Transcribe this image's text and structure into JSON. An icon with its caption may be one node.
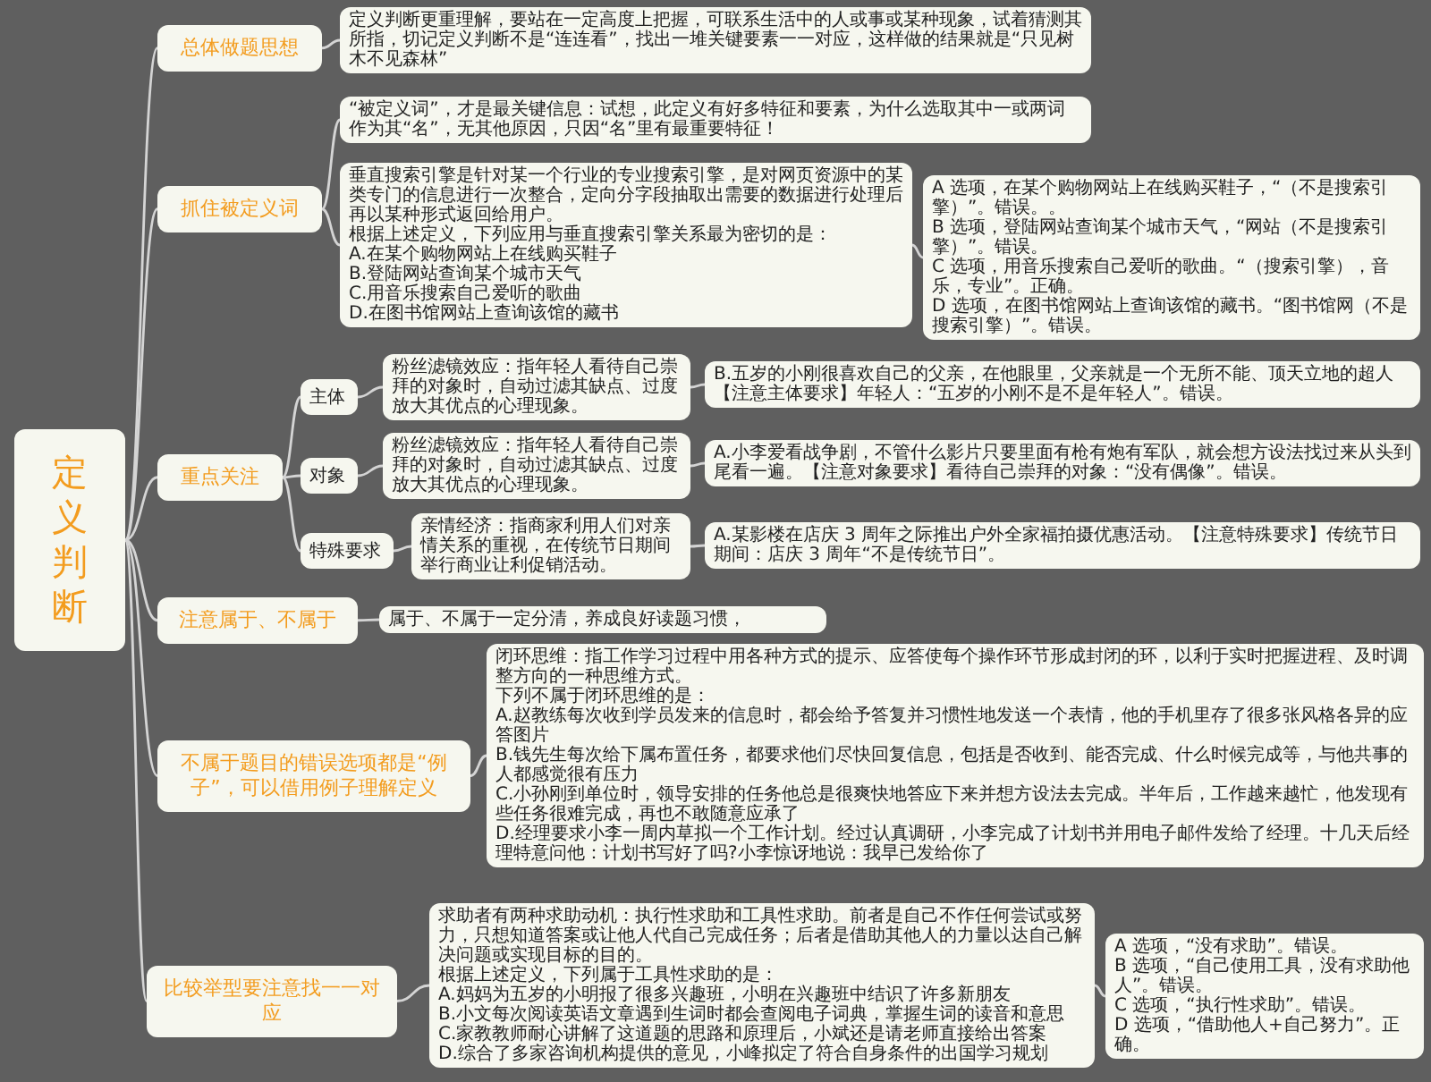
{
  "diagram": {
    "nodes": [
      {
        "text": [
          "定义判断"
        ]
      },
      {
        "text": [
          "总体做题思想"
        ]
      },
      {
        "text": [
          "定义判断更重理解，要站在一定高度上把握，可联系生活中的人或事或某种现象，试着猜测其所指，切记定义判断不是“连连看”，找出一堆关键要素一一对应，这样做的结果就是“只见树木不见森林”"
        ]
      },
      {
        "text": [
          "抓住被定义词"
        ]
      },
      {
        "text": [
          "“被定义词”，才是最关键信息：试想，此定义有好多特征和要素，为什么选取其中一或两词作为其“名”，无其他原因，只因“名”里有最重要特征！"
        ]
      },
      {
        "text": [
          "垂直搜索引擎是针对某一个行业的专业搜索引擎，是对网页资源中的某类专门的信息进行一次整合，定向分字段抽取出需要的数据进行处理后再以某种形式返回给用户。",
          "根据上述定义，下列应用与垂直搜索引擎关系最为密切的是：",
          "A.在某个购物网站上在线购买鞋子",
          "B.登陆网站查询某个城市天气",
          "C.用音乐搜索自己爱听的歌曲",
          "D.在图书馆网站上查询该馆的藏书"
        ]
      },
      {
        "text": [
          "A 选项，在某个购物网站上在线购买鞋子，“（不是搜索引擎）”。错误。。",
          "B 选项，登陆网站查询某个城市天气，“网站（不是搜索引擎）”。错误。",
          "C 选项，用音乐搜索自己爱听的歌曲。“（搜索引擎），音乐，专业”。正确。",
          "D 选项，在图书馆网站上查询该馆的藏书。“图书馆网（不是搜索引擎）”。错误。"
        ]
      },
      {
        "text": [
          "重点关注"
        ]
      },
      {
        "text": [
          "主体"
        ]
      },
      {
        "text": [
          "粉丝滤镜效应：指年轻人看待自己崇拜的对象时，自动过滤其缺点、过度放大其优点的心理现象。"
        ]
      },
      {
        "text": [
          "B.五岁的小刚很喜欢自己的父亲，在他眼里，父亲就是一个无所不能、顶天立地的超人【注意主体要求】年轻人：“五岁的小刚不是不是年轻人”。错误。"
        ]
      },
      {
        "text": [
          "对象"
        ]
      },
      {
        "text": [
          "粉丝滤镜效应：指年轻人看待自己崇拜的对象时，自动过滤其缺点、过度放大其优点的心理现象。"
        ]
      },
      {
        "text": [
          "A.小李爱看战争剧，不管什么影片只要里面有枪有炮有军队，就会想方设法找过来从头到尾看一遍。【注意对象要求】看待自己崇拜的对象：“没有偶像”。错误。"
        ]
      },
      {
        "text": [
          "特殊要求"
        ]
      },
      {
        "text": [
          "亲情经济：指商家利用人们对亲情关系的重视，在传统节日期间举行商业让利促销活动。"
        ]
      },
      {
        "text": [
          "A.某影楼在店庆 3 周年之际推出户外全家福拍摄优惠活动。【注意特殊要求】传统节日期间：店庆 3 周年“不是传统节日”。"
        ]
      },
      {
        "text": [
          "注意属于、不属于"
        ]
      },
      {
        "text": [
          "属于、不属于一定分清，养成良好读题习惯，"
        ]
      },
      {
        "text": [
          "不属于题目的错误选项都是“例子”，可以借用例子理解定义"
        ]
      },
      {
        "text": [
          "闭环思维：指工作学习过程中用各种方式的提示、应答使每个操作环节形成封闭的环，以利于实时把握进程、及时调整方向的一种思维方式。",
          "下列不属于闭环思维的是：",
          "A.赵教练每次收到学员发来的信息时，都会给予答复并习惯性地发送一个表情，他的手机里存了很多张风格各异的应答图片",
          "B.钱先生每次给下属布置任务，都要求他们尽快回复信息，包括是否收到、能否完成、什么时候完成等，与他共事的人都感觉很有压力",
          "C.小孙刚到单位时，领导安排的任务他总是很爽快地答应下来并想方设法去完成。半年后，工作越来越忙，他发现有些任务很难完成，再也不敢随意应承了",
          "D.经理要求小李一周内草拟一个工作计划。经过认真调研，小李完成了计划书并用电子邮件发给了经理。十几天后经理特意问他：计划书写好了吗?小李惊讶地说：我早已发给你了"
        ]
      },
      {
        "text": [
          "比较举型要注意找一一对应"
        ]
      },
      {
        "text": [
          "求助者有两种求助动机：执行性求助和工具性求助。前者是自己不作任何尝试或努力，只想知道答案或让他人代自己完成任务；后者是借助其他人的力量以达自己解决问题或实现目标的目的。",
          "根据上述定义，下列属于工具性求助的是：",
          "A.妈妈为五岁的小明报了很多兴趣班，小明在兴趣班中结识了许多新朋友",
          "B.小文每次阅读英语文章遇到生词时都会查阅电子词典，掌握生词的读音和意思",
          "C.家教教师耐心讲解了这道题的思路和原理后，小斌还是请老师直接给出答案",
          "D.综合了多家咨询机构提供的意见，小峰拟定了符合自身条件的出国学习规划"
        ]
      },
      {
        "text": [
          "A 选项，“没有求助”。错误。",
          "B 选项，“自己使用工具，没有求助他人”。错误。",
          "C 选项，“执行性求助”。错误。",
          "D 选项，“借助他人+自己努力”。正确。"
        ]
      }
    ],
    "edges": [
      {
        "from": 0,
        "to": 1,
        "arrow": "none"
      },
      {
        "from": 0,
        "to": 3,
        "arrow": "none"
      },
      {
        "from": 0,
        "to": 7,
        "arrow": "none"
      },
      {
        "from": 0,
        "to": 17,
        "arrow": "none"
      },
      {
        "from": 0,
        "to": 19,
        "arrow": "none"
      },
      {
        "from": 0,
        "to": 21,
        "arrow": "none"
      },
      {
        "from": 1,
        "to": 2,
        "arrow": "none"
      },
      {
        "from": 3,
        "to": 4,
        "arrow": "none"
      },
      {
        "from": 3,
        "to": 5,
        "arrow": "none"
      },
      {
        "from": 5,
        "to": 6,
        "arrow": "none"
      },
      {
        "from": 7,
        "to": 8,
        "arrow": "none"
      },
      {
        "from": 7,
        "to": 11,
        "arrow": "none"
      },
      {
        "from": 7,
        "to": 14,
        "arrow": "none"
      },
      {
        "from": 8,
        "to": 9,
        "arrow": "none"
      },
      {
        "from": 9,
        "to": 10,
        "arrow": "none"
      },
      {
        "from": 11,
        "to": 12,
        "arrow": "none"
      },
      {
        "from": 12,
        "to": 13,
        "arrow": "none"
      },
      {
        "from": 14,
        "to": 15,
        "arrow": "none"
      },
      {
        "from": 15,
        "to": 16,
        "arrow": "none"
      },
      {
        "from": 17,
        "to": 18,
        "arrow": "none"
      },
      {
        "from": 19,
        "to": 20,
        "arrow": "none"
      },
      {
        "from": 21,
        "to": 22,
        "arrow": "none"
      },
      {
        "from": 22,
        "to": 23,
        "arrow": "none"
      }
    ]
  }
}
